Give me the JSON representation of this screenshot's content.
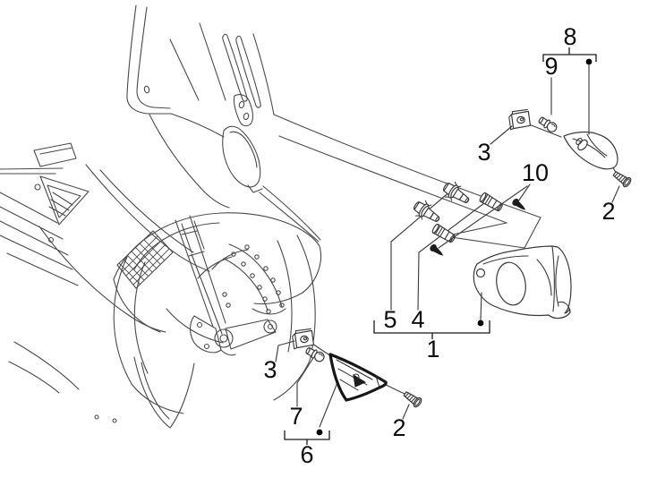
{
  "colors": {
    "background": "#ffffff",
    "line_art": "#4a4a4a",
    "label": "#0c0c0c",
    "dark_lens": "#1c1c1c"
  },
  "callouts": {
    "headlamp_assembly": "1",
    "screw_top": "2",
    "screw_bottom": "2",
    "clip_nut_top": "3",
    "clip_nut_bottom": "3",
    "bulb_holder": "4",
    "headlamp_bulb": "5",
    "turn_signal_bottom_group": "6",
    "turn_signal_bulb_bottom": "7",
    "turn_signal_top_group": "8",
    "turn_signal_bulb_top": "9",
    "fixing_screw": "10"
  }
}
